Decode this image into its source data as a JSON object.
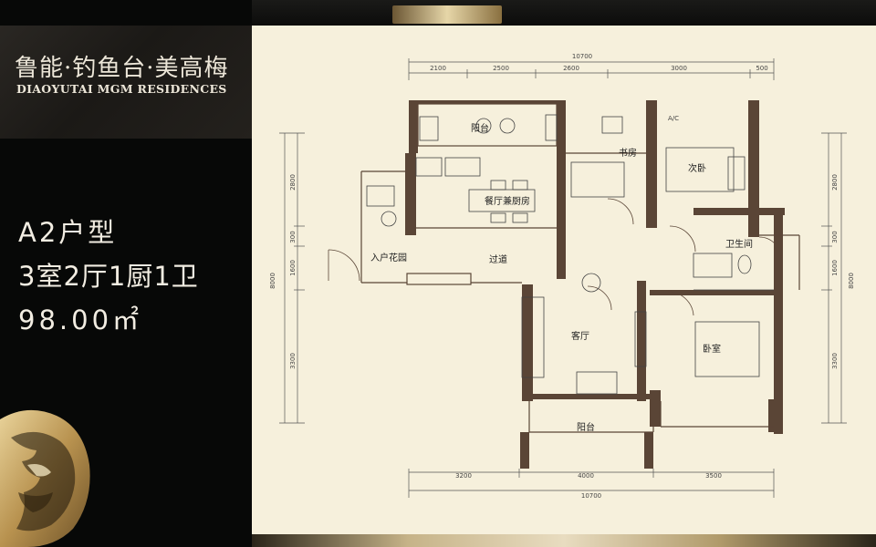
{
  "brand": {
    "cn": "鲁能·钓鱼台·美高梅",
    "en": "DIAOYUTAI MGM RESIDENCES"
  },
  "unit": {
    "type": "A2户型",
    "rooms": "3室2厅1厨1卫",
    "area": "98.00㎡"
  },
  "plan": {
    "rooms": {
      "balcony_top": "阳台",
      "study": "书房",
      "second_bedroom": "次卧",
      "ac": "A/C",
      "dining_kitchen": "餐厅兼厨房",
      "bathroom": "卫生间",
      "entry_garden": "入户花园",
      "corridor": "过道",
      "living": "客厅",
      "bedroom": "卧室",
      "balcony_bottom": "阳台"
    },
    "dims_top": {
      "total": "10700",
      "segments": [
        "2100",
        "2500",
        "2600",
        "3000",
        "500"
      ]
    },
    "dims_bottom": {
      "total": "10700",
      "segments": [
        "3200",
        "4000",
        "3500"
      ]
    },
    "dims_left": {
      "total": "8000",
      "segments": [
        "2800",
        "300",
        "1600",
        "3300"
      ]
    },
    "dims_right": {
      "total": "8000",
      "segments": [
        "2800",
        "300",
        "1600",
        "3300"
      ]
    }
  },
  "colors": {
    "wall": "#5a4536",
    "paper": "#f6f0dc",
    "gold": "#c9b27a"
  }
}
